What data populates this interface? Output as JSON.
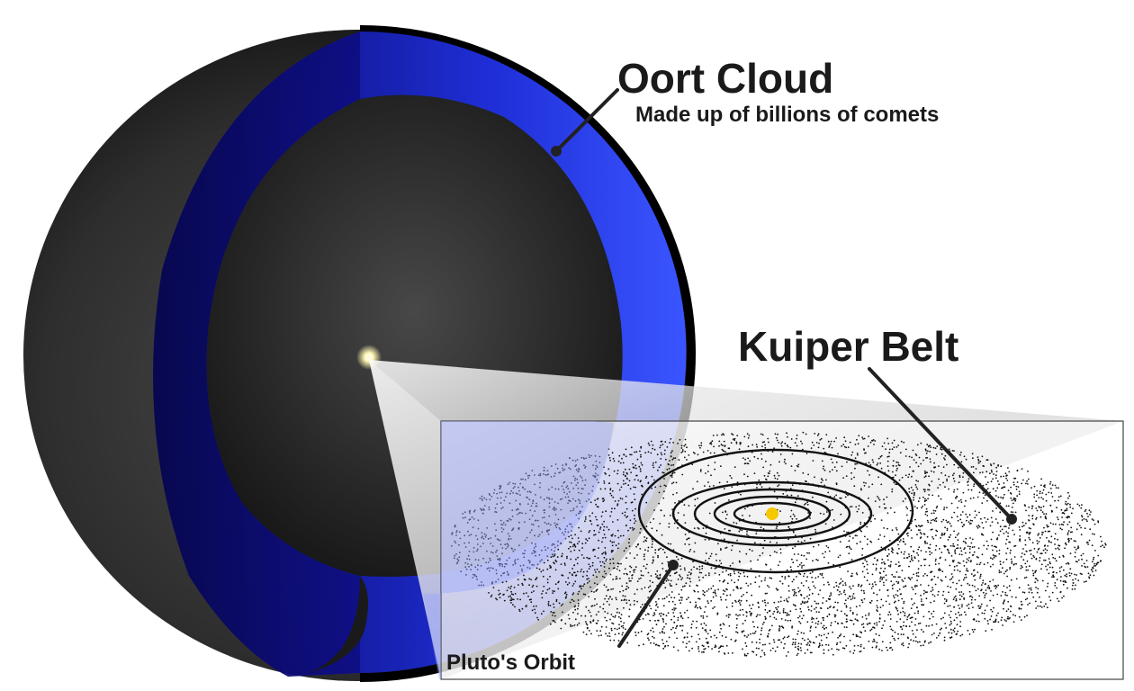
{
  "labels": {
    "oort_title": "Oort Cloud",
    "oort_subtitle": "Made up of billions of comets",
    "kuiper_title": "Kuiper Belt",
    "pluto_orbit": "Pluto's Orbit"
  },
  "colors": {
    "background": "#ffffff",
    "sphere_dark": "#2b2b2b",
    "shell_blue": "#2f45ff",
    "shell_blue_dark": "#0a0a80",
    "sun": "#f5c800",
    "text": "#1a1a1a"
  }
}
